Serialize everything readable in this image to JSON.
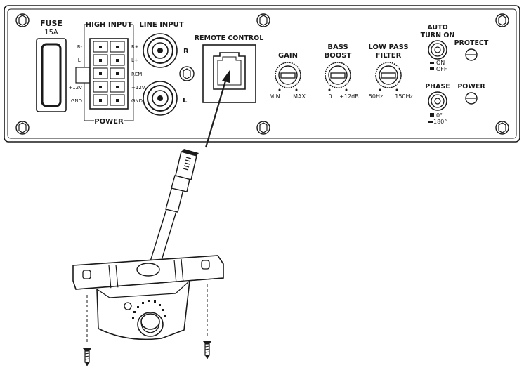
{
  "panel": {
    "fuse_title": "FUSE",
    "fuse_rating": "15A",
    "high_input_title": "HIGH INPUT",
    "high_input_left_pins": [
      "R-",
      "L-"
    ],
    "high_input_right_pins": [
      "R+",
      "L+"
    ],
    "power_left_pins": [
      "+12V",
      "GND"
    ],
    "power_right_pins": [
      "REM",
      "+12V",
      "GND"
    ],
    "power_title": "POWER",
    "line_input_title": "LINE INPUT",
    "line_input_r": "R",
    "line_input_l": "L",
    "remote_control_title": "REMOTE CONTROL",
    "gain_title": "GAIN",
    "gain_min": "MIN",
    "gain_max": "MAX",
    "bass_boost_title_1": "BASS",
    "bass_boost_title_2": "BOOST",
    "bass_boost_min": "0",
    "bass_boost_max": "+12dB",
    "low_pass_title_1": "LOW PASS",
    "low_pass_title_2": "FILTER",
    "low_pass_min": "50Hz",
    "low_pass_max": "150Hz",
    "auto_turn_on_title_1": "AUTO",
    "auto_turn_on_title_2": "TURN ON",
    "auto_on_label": "ON",
    "auto_off_label": "OFF",
    "phase_title": "PHASE",
    "phase_0": "0°",
    "phase_180": "180°",
    "protect_title": "PROTECT",
    "power_led_title": "POWER"
  }
}
